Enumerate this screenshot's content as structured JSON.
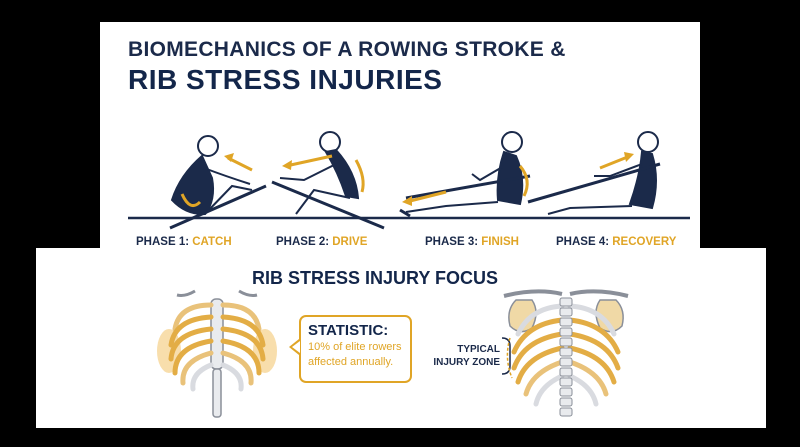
{
  "header": {
    "title_line1": "BIOMECHANICS OF A ROWING STROKE &",
    "title_line2": "RIB STRESS INJURIES"
  },
  "phases": [
    {
      "prefix": "PHASE 1:",
      "name": "CATCH"
    },
    {
      "prefix": "PHASE 2:",
      "name": "DRIVE"
    },
    {
      "prefix": "PHASE 3:",
      "name": "FINISH"
    },
    {
      "prefix": "PHASE 4:",
      "name": "RECOVERY"
    }
  ],
  "focus": {
    "title": "RIB STRESS INJURY FOCUS",
    "statistic_title": "STATISTIC:",
    "statistic_line1": "10% of elite rowers",
    "statistic_line2": "affected annually.",
    "zone_line1": "TYPICAL",
    "zone_line2": "INJURY ZONE"
  },
  "colors": {
    "navy": "#13264a",
    "gold": "#e0a526",
    "background": "#000000"
  }
}
